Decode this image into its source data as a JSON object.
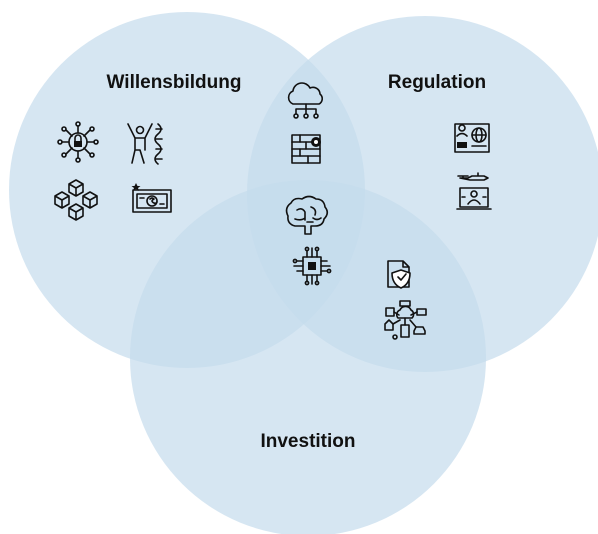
{
  "sets": [
    {
      "id": "willensbildung",
      "label": "Willensbildung"
    },
    {
      "id": "regulation",
      "label": "Regulation"
    },
    {
      "id": "investition",
      "label": "Investition"
    }
  ],
  "colors": {
    "circle_fill": "#c4dbec",
    "circle_opacity": "0.7",
    "text": "#111111"
  },
  "icons": {
    "willensbildung": [
      "network-lock-icon",
      "person-dna-icon",
      "blockchain-cubes-icon",
      "banknote-icon"
    ],
    "willensbildung_regulation": [
      "cloud-network-icon",
      "firewall-gear-icon"
    ],
    "all_three": [
      "brain-circuit-icon",
      "chip-icon"
    ],
    "regulation": [
      "id-card-globe-icon",
      "drone-monitor-icon"
    ],
    "regulation_investition": [
      "document-shield-icon",
      "iot-network-icon"
    ]
  }
}
